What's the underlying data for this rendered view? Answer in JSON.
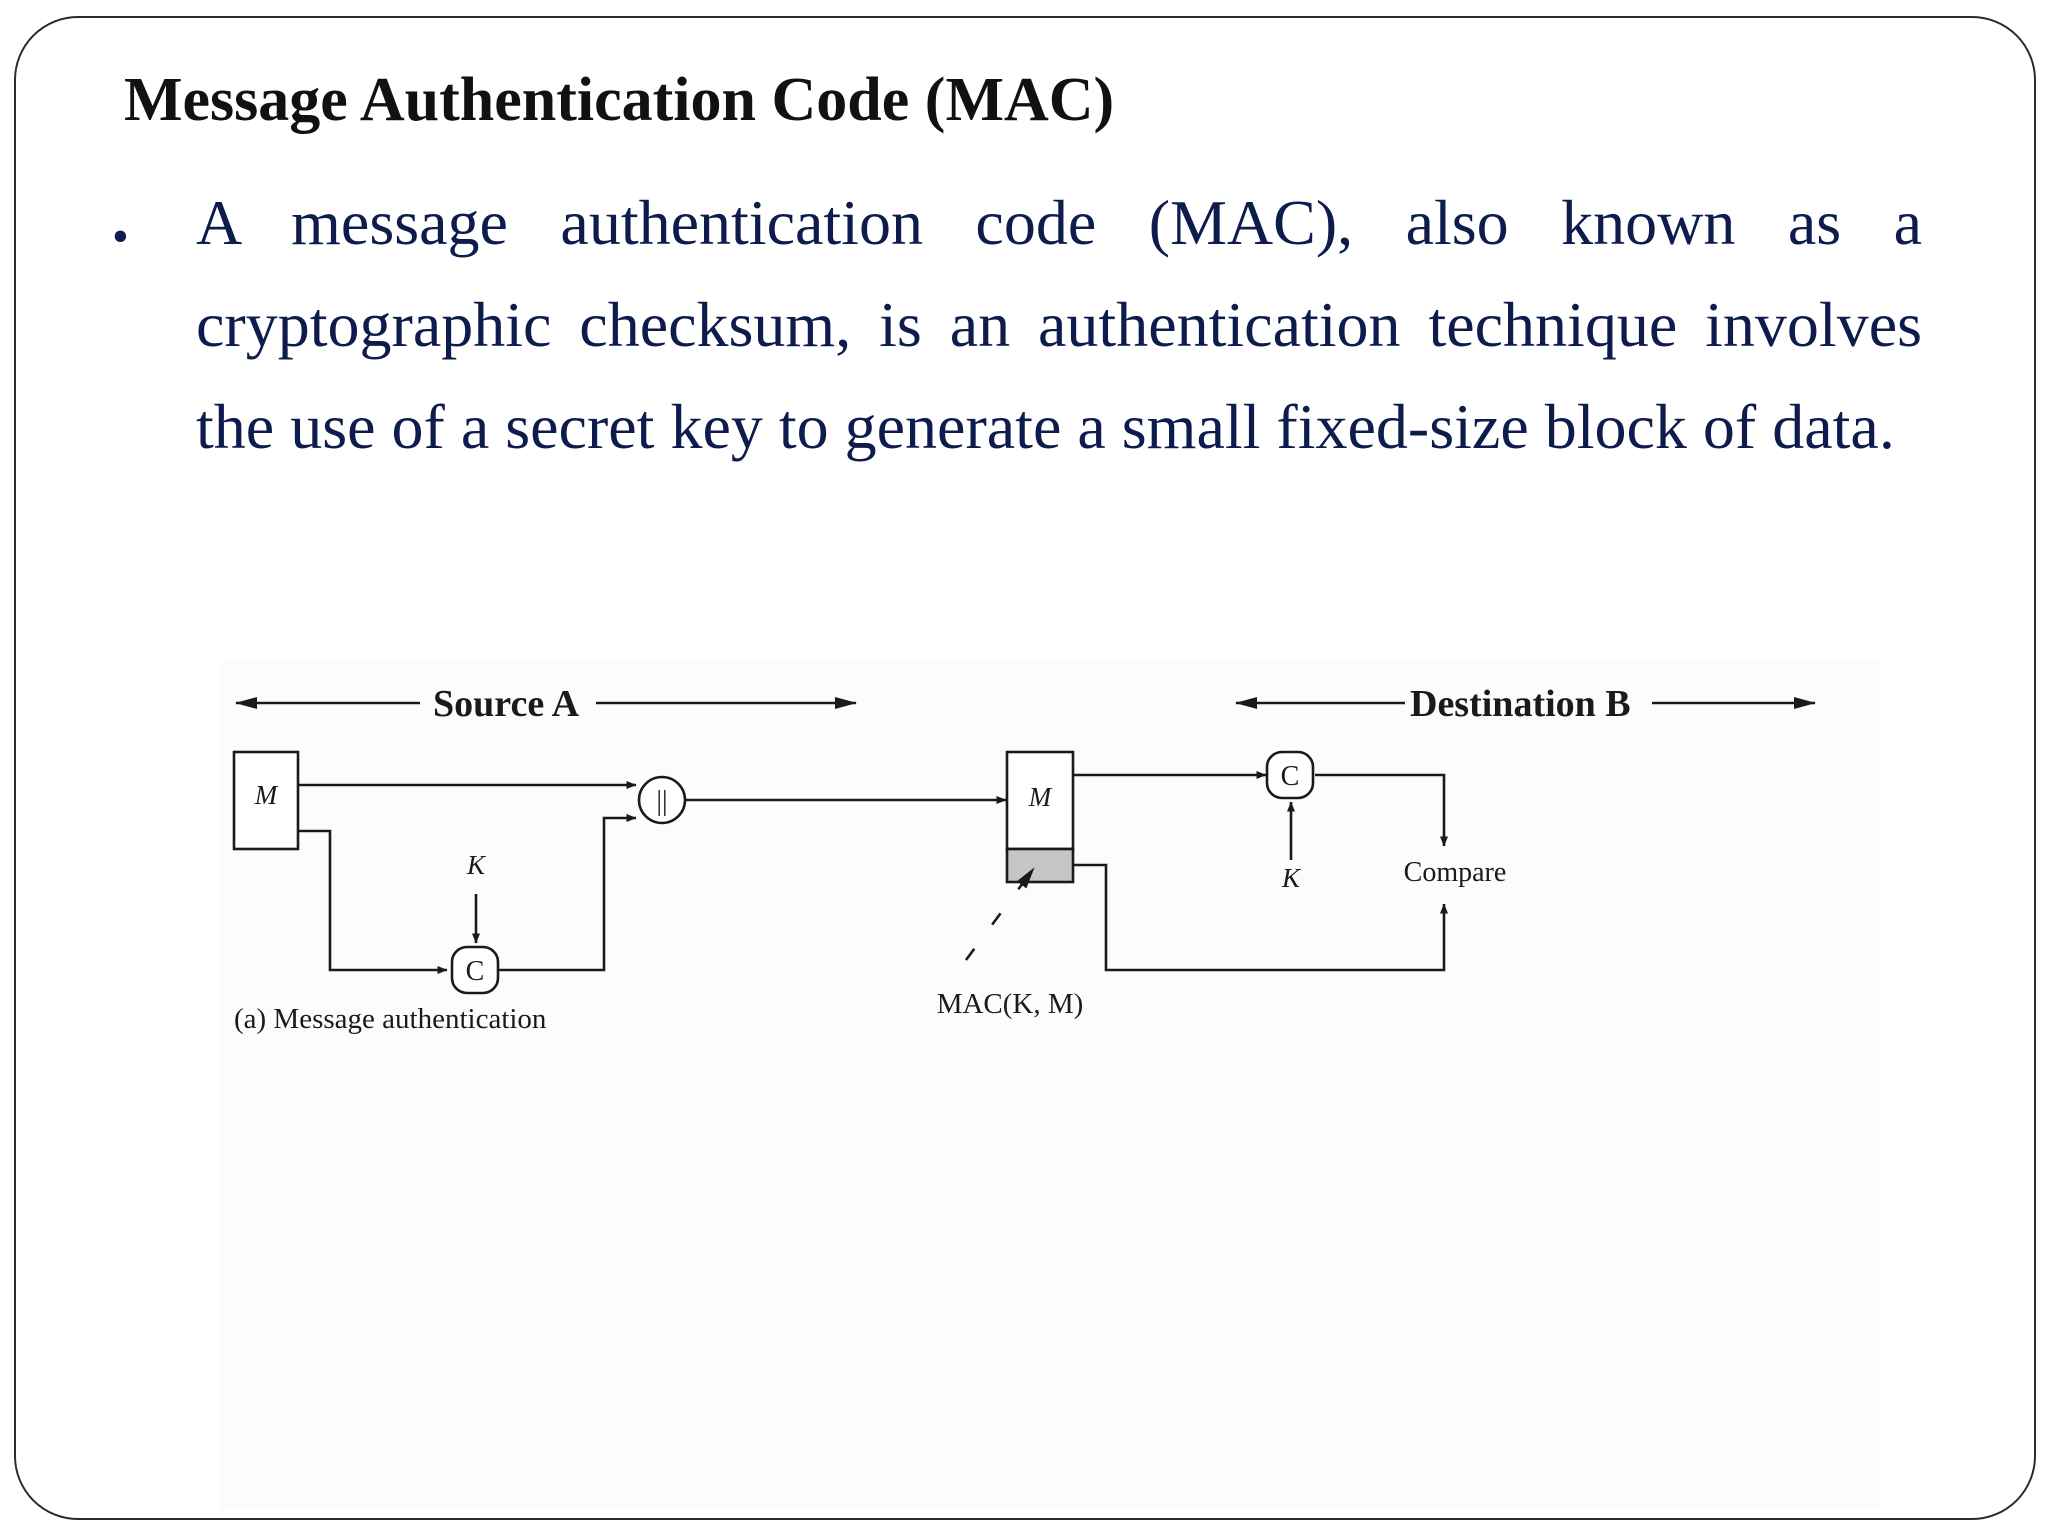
{
  "slide": {
    "title": "Message Authentication Code (MAC)",
    "bullet_marker": "•",
    "bullet_text": "A message authentication code (MAC), also known as a cryptographic checksum, is an authentication technique involves the use of a secret key to generate a small fixed-size block of data."
  },
  "diagram": {
    "source_label": "Source A",
    "destination_label": "Destination B",
    "message_label": "M",
    "concat_label": "||",
    "mac_function_label": "C",
    "key_label": "K",
    "compare_label": "Compare",
    "mac_tag_label": "MAC(K, M)",
    "caption": "(a) Message authentication",
    "colors": {
      "text_primary": "#0e1b4d",
      "title": "#111111",
      "mac_block_fill": "#c6c6c6",
      "line": "#1a1a1a"
    }
  }
}
